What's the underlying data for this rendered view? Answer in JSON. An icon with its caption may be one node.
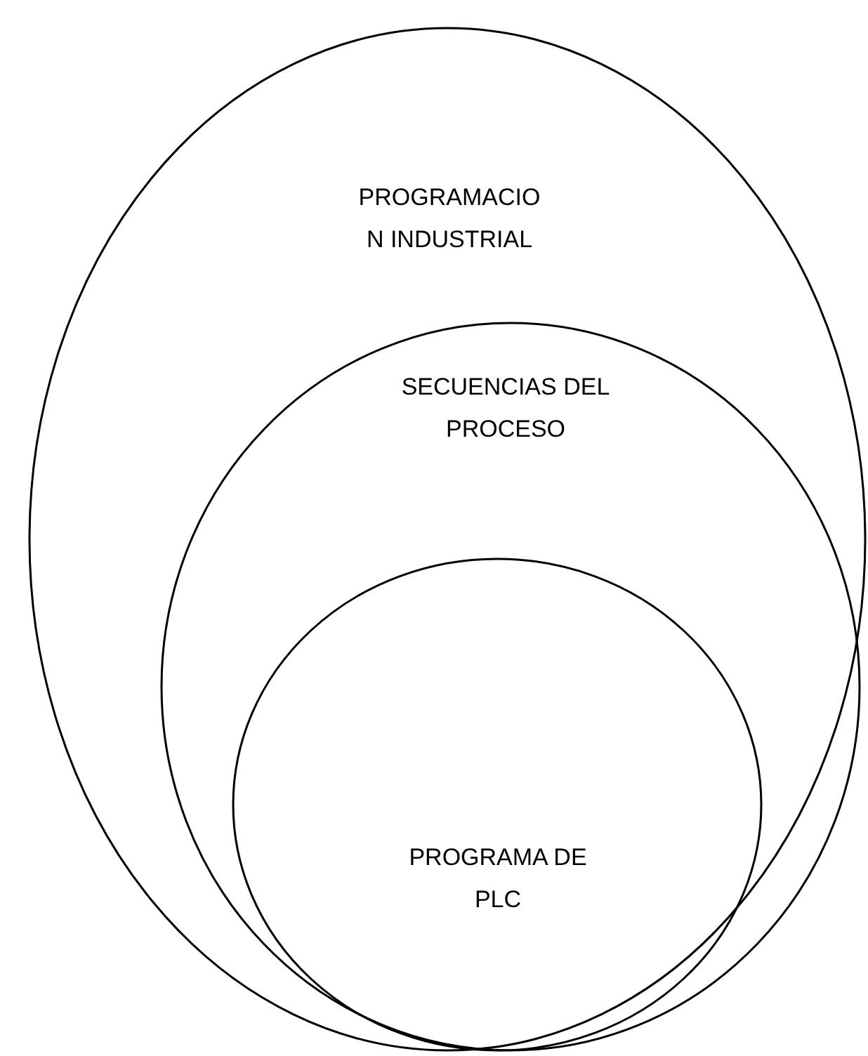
{
  "diagram": {
    "nodes": [
      {
        "text": [
          "PROGRAMACIO N INDUSTRIAL"
        ]
      },
      {
        "text": [
          "SECUENCIAS DEL PROCESO"
        ],
        "in": 0
      },
      {
        "text": [
          "PROGRAMA DE PLC"
        ],
        "in": 1
      }
    ]
  }
}
